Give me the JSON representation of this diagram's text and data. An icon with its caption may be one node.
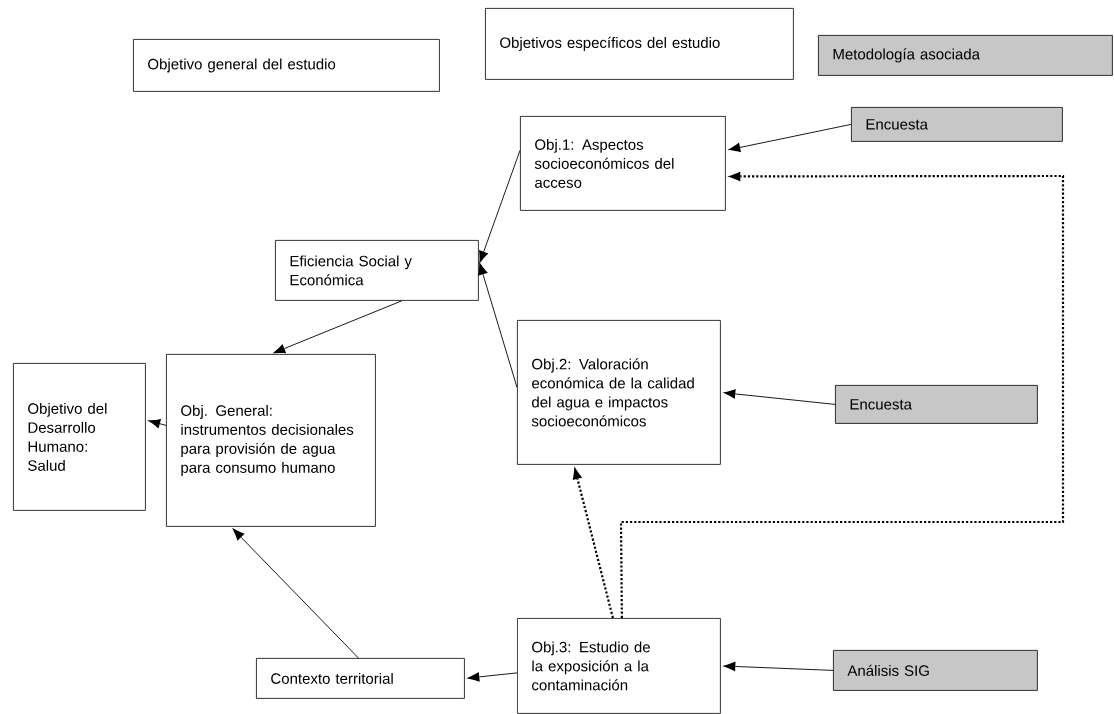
{
  "diagram": {
    "nodes": [
      {
        "text": [
          "Objetivo general del estudio"
        ]
      },
      {
        "text": [
          "Objetivos específicos del estudio"
        ]
      },
      {
        "text": [
          "Metodología asociada"
        ]
      },
      {
        "text": [
          "Obj.1: Aspectos socioeconómicos del acceso"
        ]
      },
      {
        "text": [
          "Encuesta"
        ]
      },
      {
        "text": [
          "Eficiencia Social y Económica"
        ]
      },
      {
        "text": [
          "Obj.2: Valoración económica de la calidad del agua e impactos socioeconómicos"
        ]
      },
      {
        "text": [
          "Encuesta"
        ]
      },
      {
        "text": [
          "Objetivo del Desarrollo Humano: Salud"
        ]
      },
      {
        "text": [
          "Obj. General: instrumentos decisionales para provisión de agua para consumo humano"
        ]
      },
      {
        "text": [
          "Contexto territorial"
        ]
      },
      {
        "text": [
          "Obj.3: Estudio de la exposición a la contaminación"
        ]
      },
      {
        "text": [
          "Análisis SIG"
        ]
      }
    ],
    "edges": [
      {
        "from": 4,
        "to": 3,
        "arrow": "to"
      },
      {
        "from": 3,
        "to": 5,
        "arrow": "to"
      },
      {
        "from": 6,
        "to": 5,
        "arrow": "to"
      },
      {
        "from": 5,
        "to": 9,
        "arrow": "to"
      },
      {
        "from": 9,
        "to": 8,
        "arrow": "to"
      },
      {
        "from": 7,
        "to": 6,
        "arrow": "to"
      },
      {
        "from": 12,
        "to": 11,
        "arrow": "to"
      },
      {
        "from": 11,
        "to": 10,
        "arrow": "to"
      },
      {
        "from": 10,
        "to": 9,
        "arrow": "to"
      },
      {
        "from": 11,
        "to": 3,
        "arrow": "to",
        "style": "dashed"
      },
      {
        "from": 11,
        "to": 6,
        "arrow": "to",
        "style": "dashed"
      }
    ]
  }
}
